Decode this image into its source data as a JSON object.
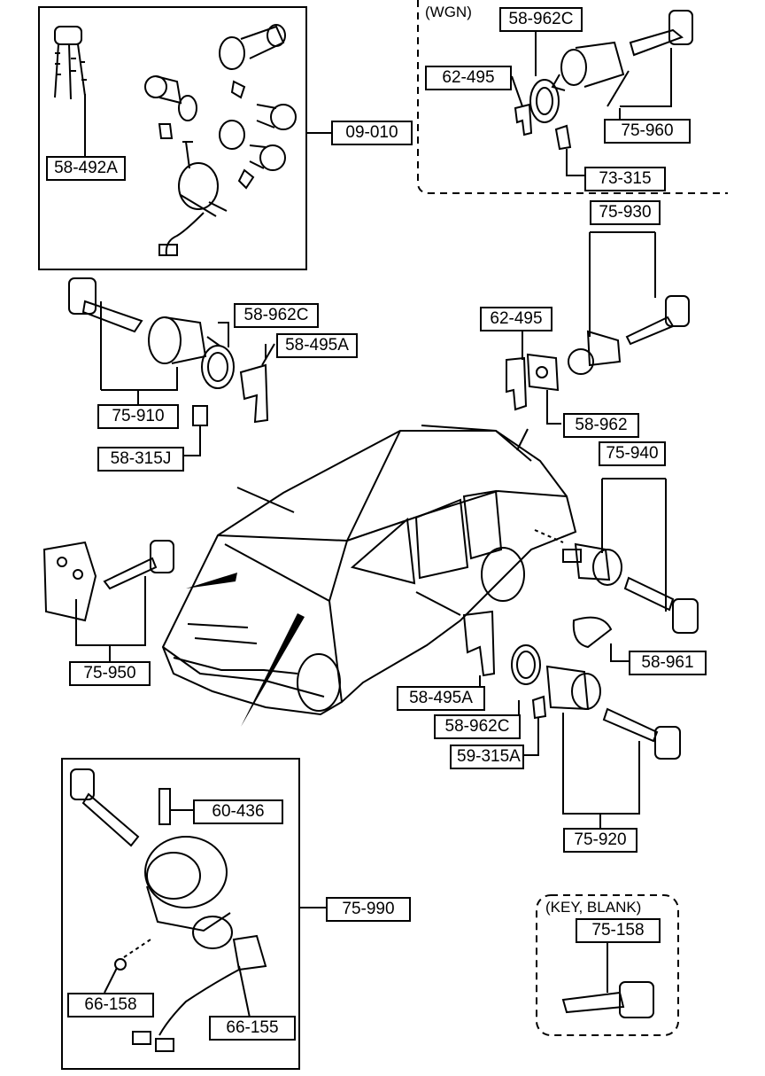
{
  "parts": {
    "p09_010": "09-010",
    "p58_492A": "58-492A",
    "p58_962C_wgn": "58-962C",
    "p62_495_wgn": "62-495",
    "p75_960": "75-960",
    "p73_315": "73-315",
    "p75_930": "75-930",
    "p62_495": "62-495",
    "p58_962": "58-962",
    "p58_962C_left": "58-962C",
    "p58_495A_left": "58-495A",
    "p75_910": "75-910",
    "p58_315J": "58-315J",
    "p75_940": "75-940",
    "p75_950": "75-950",
    "p58_961": "58-961",
    "p58_495A_door": "58-495A",
    "p58_962C_door": "58-962C",
    "p59_315A": "59-315A",
    "p75_920": "75-920",
    "p60_436": "60-436",
    "p75_990": "75-990",
    "p66_158": "66-158",
    "p66_155": "66-155",
    "p75_158": "75-158"
  },
  "notes": {
    "wgn": "(WGN)",
    "key_blank": "(KEY, BLANK)"
  }
}
